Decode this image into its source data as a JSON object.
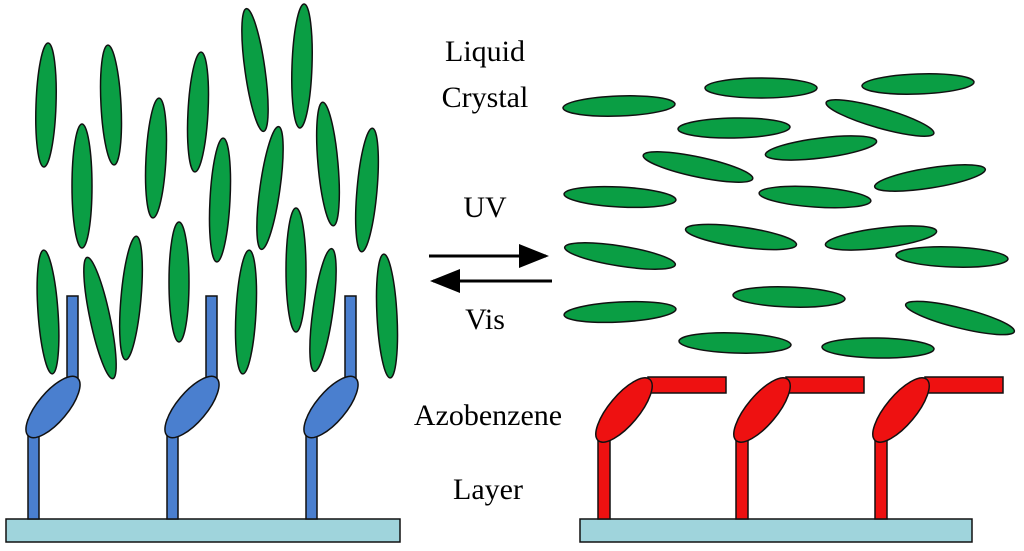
{
  "labels": {
    "liquid_crystal_line1": "Liquid",
    "liquid_crystal_line2": "Crystal",
    "uv": "UV",
    "vis": "Vis",
    "azobenzene": "Azobenzene",
    "layer": "Layer"
  },
  "colors": {
    "liquid_crystal": "#0a9e44",
    "azobenzene_trans": "#4a7fcf",
    "azobenzene_cis": "#ee1111",
    "substrate": "#9fd4dc",
    "outline": "#111111"
  }
}
